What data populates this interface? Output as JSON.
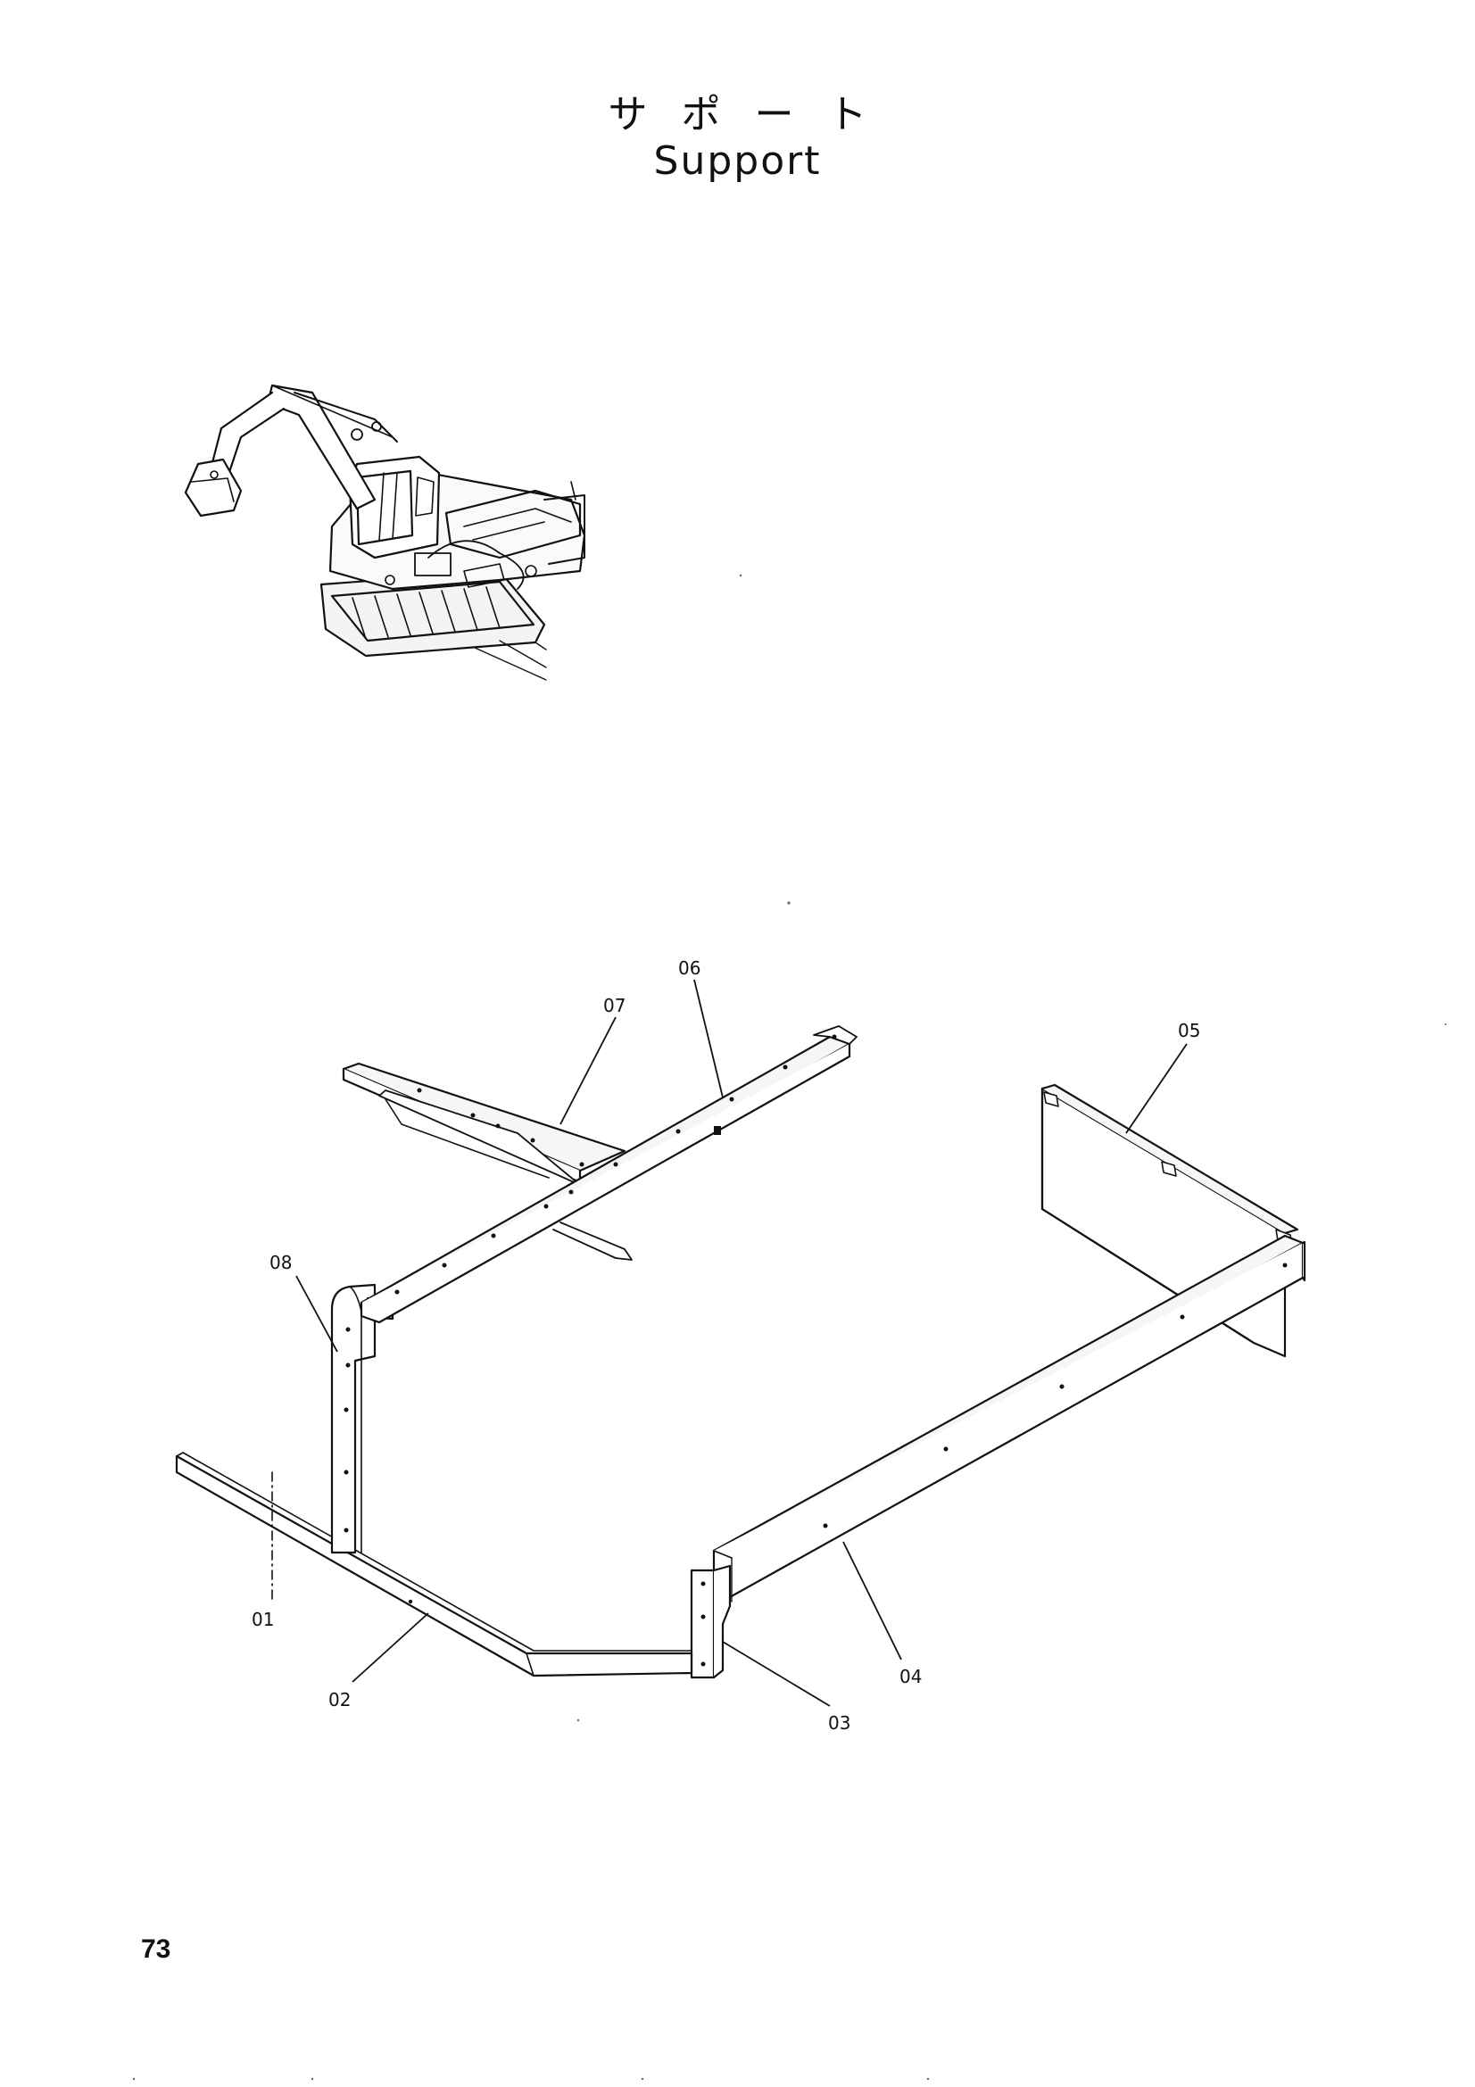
{
  "title": {
    "japanese": "サポート",
    "english": "Support"
  },
  "callouts": {
    "c01": "01",
    "c02": "02",
    "c03": "03",
    "c04": "04",
    "c05": "05",
    "c06": "06",
    "c07": "07",
    "c08": "08"
  },
  "page_number": "73"
}
